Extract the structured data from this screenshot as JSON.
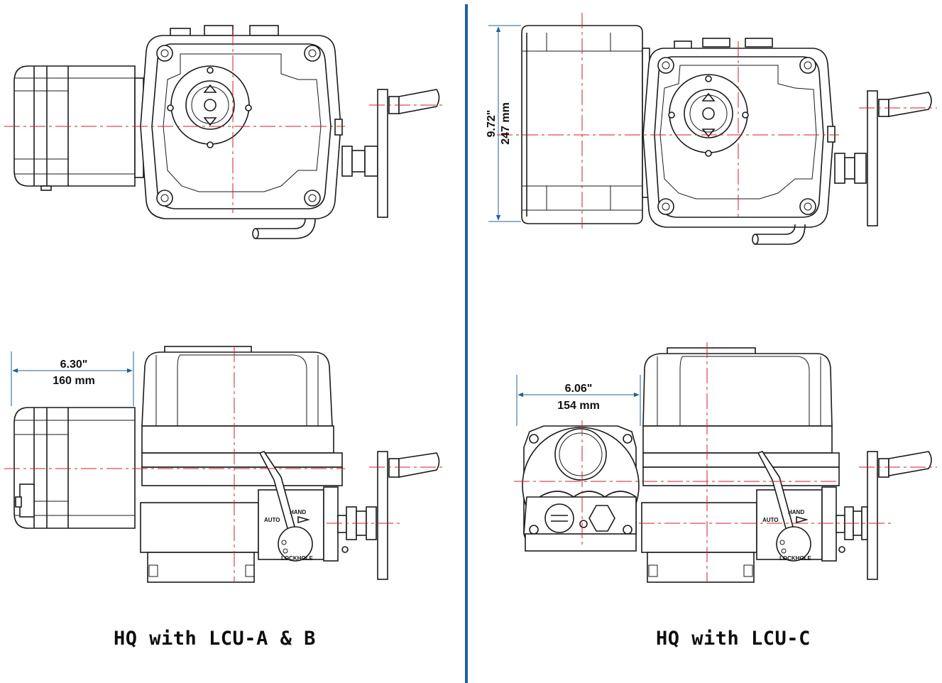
{
  "colors": {
    "divider": "#1f5f9e",
    "centerline": "#d21f26",
    "dimension": "#1f5f9e",
    "outline": "#1a1a1a"
  },
  "left_panel": {
    "caption": "HQ with LCU-A & B",
    "side_dim": {
      "inches": "6.30\"",
      "mm": "160 mm"
    },
    "hand_label": "HAND",
    "auto_label": "AUTO",
    "lockhole_label": "LOCKHOLE"
  },
  "right_panel": {
    "caption": "HQ with LCU-C",
    "height_dim": {
      "inches": "9.72\"",
      "mm": "247 mm"
    },
    "side_dim": {
      "inches": "6.06\"",
      "mm": "154 mm"
    },
    "hand_label": "HAND",
    "auto_label": "AUTO",
    "lockhole_label": "LOCKHOLE"
  }
}
